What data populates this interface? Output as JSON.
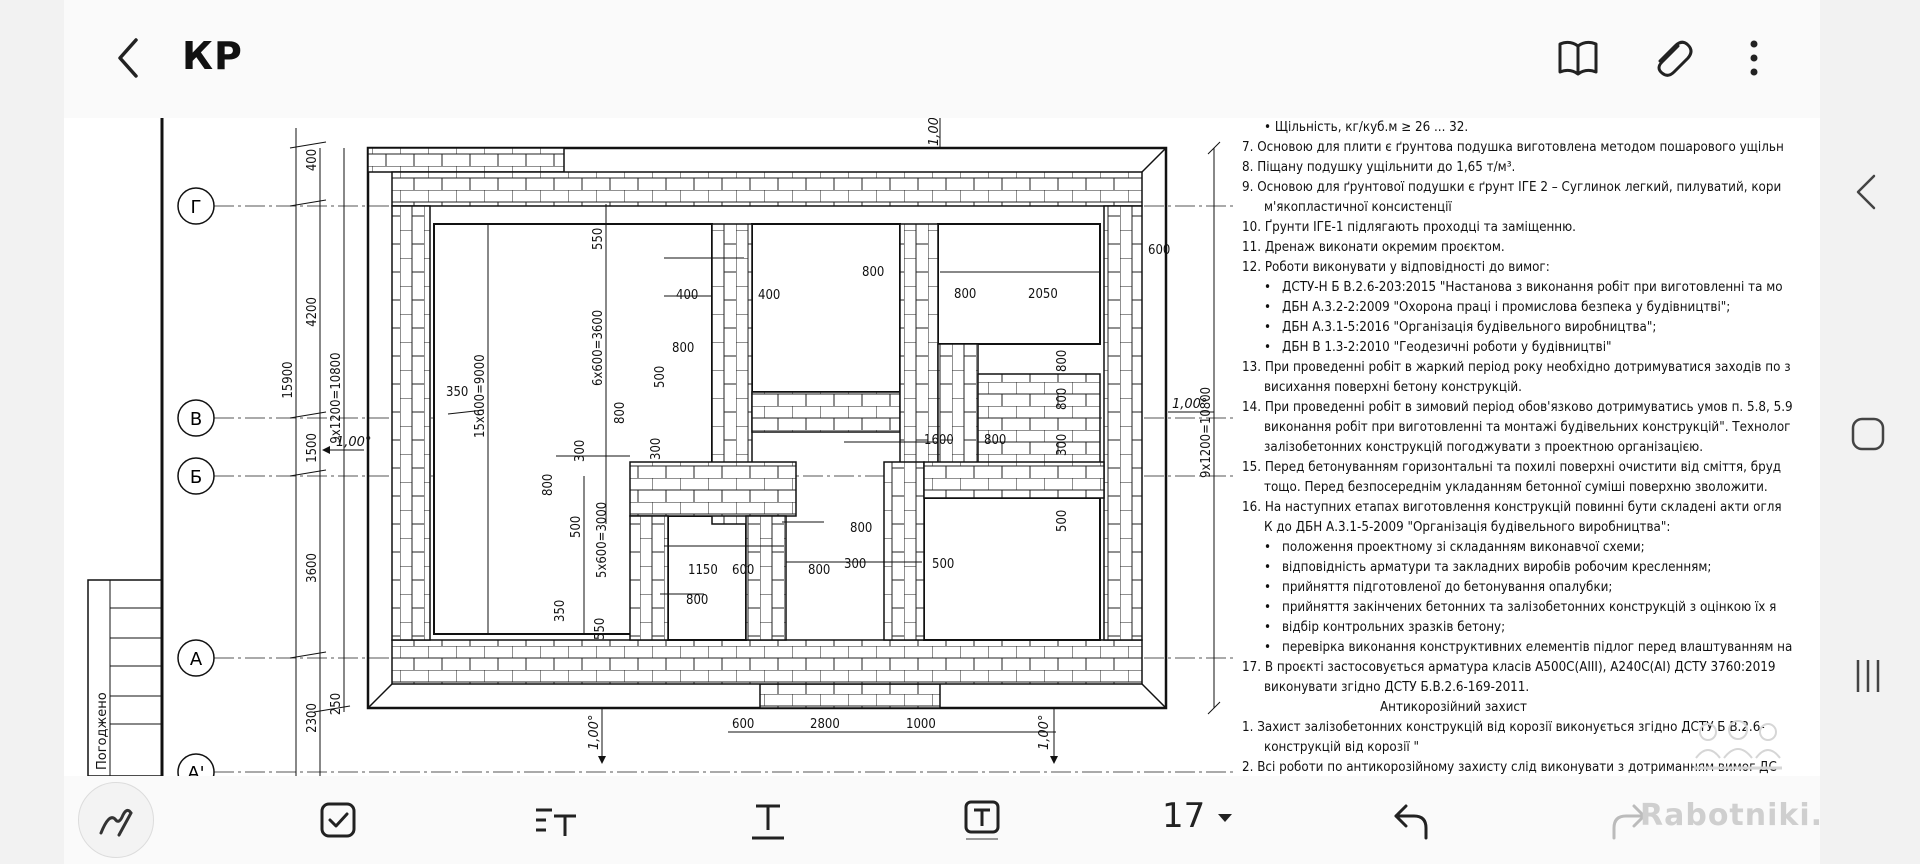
{
  "app": {
    "title": "КР"
  },
  "drawing": {
    "axes": [
      "Г",
      "В",
      "Б",
      "А",
      "А'"
    ],
    "dims_left": [
      "400",
      "4200",
      "1500",
      "3600",
      "2300",
      "250",
      "15900",
      "9х1200=10800"
    ],
    "dims_inner": [
      "550",
      "6х600=3600",
      "400",
      "400",
      "800",
      "800",
      "800",
      "2050",
      "800",
      "800",
      "350",
      "15х600=9000",
      "500",
      "800",
      "300",
      "300",
      "1600",
      "800",
      "300",
      "800",
      "500",
      "5х600=3000",
      "800",
      "300",
      "500",
      "1150",
      "600",
      "800",
      "800",
      "500",
      "350",
      "550",
      "600",
      "2800",
      "1000",
      "600"
    ],
    "dims_right": [
      "9х1200=10800"
    ],
    "slopes": [
      "1,00°",
      "1,00°",
      "1,00°",
      "1,00°",
      "1,00°"
    ],
    "stamp_text": "Погоджено"
  },
  "notes": [
    {
      "t": "•  Щільність, кг/куб.м ≥ 26 ... 32.",
      "k": "ind"
    },
    {
      "t": "7.  Основою для плити є ґрунтова подушка виготовлена методом пошарового ущільн",
      "k": ""
    },
    {
      "t": "8.  Піщану подушку ущільнити до 1,65 т/м³.",
      "k": ""
    },
    {
      "t": "9.  Основою для ґрунтової подушки є ґрунт ІГЕ 2 – Суглинок легкий, пилуватий, кори",
      "k": ""
    },
    {
      "t": "м'якопластичної консистенції",
      "k": "ind"
    },
    {
      "t": "10.  Ґрунти ІГЕ-1 підлягають проходці та заміщенню.",
      "k": ""
    },
    {
      "t": "11.  Дренаж виконати окремим проєктом.",
      "k": ""
    },
    {
      "t": "12.  Роботи виконувати у відповідності до вимог:",
      "k": ""
    },
    {
      "t": "ДСТУ-Н Б В.2.6-203:2015 \"Настанова з виконання робіт при виготовленні та мо",
      "k": "bul"
    },
    {
      "t": "ДБН А.3.2-2:2009 \"Охорона праці і промислова безпека у будівництві\";",
      "k": "bul"
    },
    {
      "t": "ДБН А.3.1-5:2016 \"Організація будівельного виробництва\";",
      "k": "bul"
    },
    {
      "t": "ДБН В 1.3-2:2010 \"Геодезичні роботи у будівництві\"",
      "k": "bul"
    },
    {
      "t": "13.  При проведенні робіт в жаркий період року необхідно дотримуватися заходів по з",
      "k": ""
    },
    {
      "t": "висихання поверхні бетону конструкцій.",
      "k": "ind"
    },
    {
      "t": "14.  При проведенні робіт в зимовий період обов'язково дотримуватись умов п. 5.8, 5.9",
      "k": ""
    },
    {
      "t": "виконання робіт при виготовленні та монтажі будівельних конструкцій\". Технолог",
      "k": "ind"
    },
    {
      "t": "залізобетонних конструкцій погоджувати з проектною організацією.",
      "k": "ind"
    },
    {
      "t": "15.  Перед бетонуванням горизонтальні та похилі поверхні очистити від сміття, бруд",
      "k": ""
    },
    {
      "t": "тощо. Перед безпосереднім укладанням бетонної суміші поверхню зволожити.",
      "k": "ind"
    },
    {
      "t": "16.  На наступних етапах виготовлення конструкцій повинні бути складені акти огля",
      "k": ""
    },
    {
      "t": "К до ДБН А.3.1-5-2009 \"Організація будівельного виробництва\":",
      "k": "ind"
    },
    {
      "t": "положення проектному зі складанням виконавчої схеми;",
      "k": "bul"
    },
    {
      "t": "відповідність арматури та закладних виробів робочим кресленням;",
      "k": "bul"
    },
    {
      "t": "прийняття підготовленої до бетонування опалубки;",
      "k": "bul"
    },
    {
      "t": "прийняття закінчених бетонних та залізобетонних конструкцій з оцінкою їх я",
      "k": "bul"
    },
    {
      "t": "відбір контрольних зразків бетону;",
      "k": "bul"
    },
    {
      "t": "перевірка виконання конструктивних елементів підлог перед влаштуванням на",
      "k": "bul"
    },
    {
      "t": "17.  В проєкті застосовується арматура класів А500С(АІІІ), А240С(АІ) ДСТУ 3760:2019",
      "k": ""
    },
    {
      "t": "виконувати згідно ДСТУ Б.В.2.6-169-2011.",
      "k": "ind"
    },
    {
      "t": "Антикорозійний захист",
      "k": "center"
    },
    {
      "t": "1.  Захист залізобетонних конструкцій від корозії виконується згідно ДСТУ Б В.2.6-",
      "k": ""
    },
    {
      "t": "конструкцій від корозії \"",
      "k": "ind"
    },
    {
      "t": "2.  Всі роботи по антикорозійному захисту слід виконувати з дотриманням вимог ДС",
      "k": ""
    }
  ],
  "toolbar": {
    "font_size": "17",
    "icons": [
      "back-arrow-icon",
      "book-icon",
      "paperclip-icon",
      "more-vert-icon",
      "pen-icon",
      "checkbox-icon",
      "text-format-icon",
      "text-underline-icon",
      "text-box-icon",
      "undo-icon",
      "redo-icon"
    ]
  },
  "watermark": "Rabotniki.UA"
}
